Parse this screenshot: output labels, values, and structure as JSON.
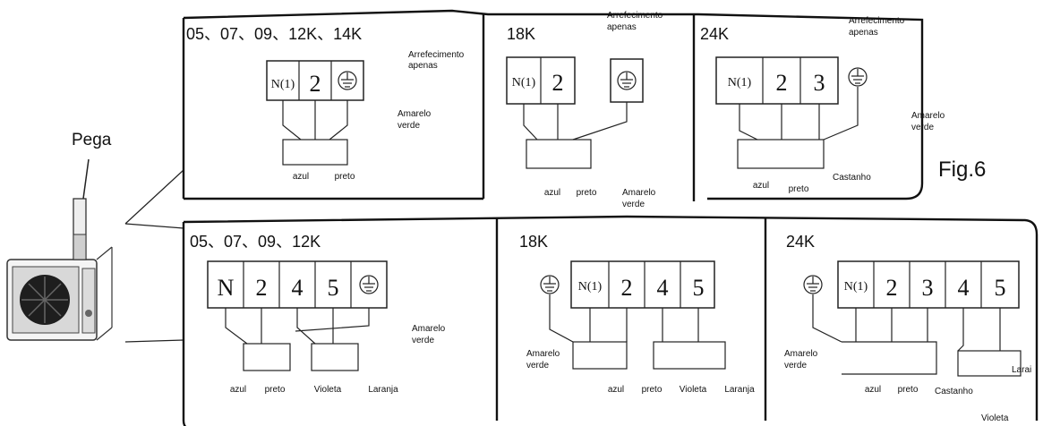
{
  "figure_label": "Fig.6",
  "handle_label": "Pega",
  "top_row": {
    "p1": {
      "model_label": "05、07、09、12K、14K",
      "terminals": [
        "N(1)",
        "2"
      ],
      "note": [
        "Arrefecimento",
        "apenas"
      ],
      "ground_label": [
        "Amarelo",
        "verde"
      ],
      "wire_labels": [
        "azul",
        "preto"
      ]
    },
    "p2": {
      "model_label": "18K",
      "terminals": [
        "N(1)",
        "2"
      ],
      "note": [
        "Arrefecimento",
        "apenas"
      ],
      "ground_label": [
        "Amarelo",
        "verde"
      ],
      "wire_labels": [
        "azul",
        "preto"
      ]
    },
    "p3": {
      "model_label": "24K",
      "terminals": [
        "N(1)",
        "2",
        "3"
      ],
      "note": [
        "Arrefecimento",
        "apenas"
      ],
      "ground_label": [
        "Amarelo",
        "verde"
      ],
      "wire_labels": [
        "azul",
        "preto",
        "Castanho"
      ]
    }
  },
  "bottom_row": {
    "p1": {
      "model_label": "05、07、09、12K",
      "terminals": [
        "N",
        "2",
        "4",
        "5"
      ],
      "ground_label": [
        "Amarelo",
        "verde"
      ],
      "wire_labels": [
        "azul",
        "preto",
        "Violeta",
        "Laranja"
      ]
    },
    "p2": {
      "model_label": "18K",
      "terminals": [
        "N(1)",
        "2",
        "4",
        "5"
      ],
      "ground_label": [
        "Amarelo",
        "verde"
      ],
      "wire_labels": [
        "azul",
        "preto",
        "Violeta",
        "Laranja"
      ]
    },
    "p3": {
      "model_label": "24K",
      "terminals": [
        "N(1)",
        "2",
        "3",
        "4",
        "5"
      ],
      "ground_label": [
        "Amarelo",
        "verde"
      ],
      "wire_labels": [
        "azul",
        "preto",
        "Castanho",
        "Larai",
        "Violeta"
      ]
    }
  }
}
